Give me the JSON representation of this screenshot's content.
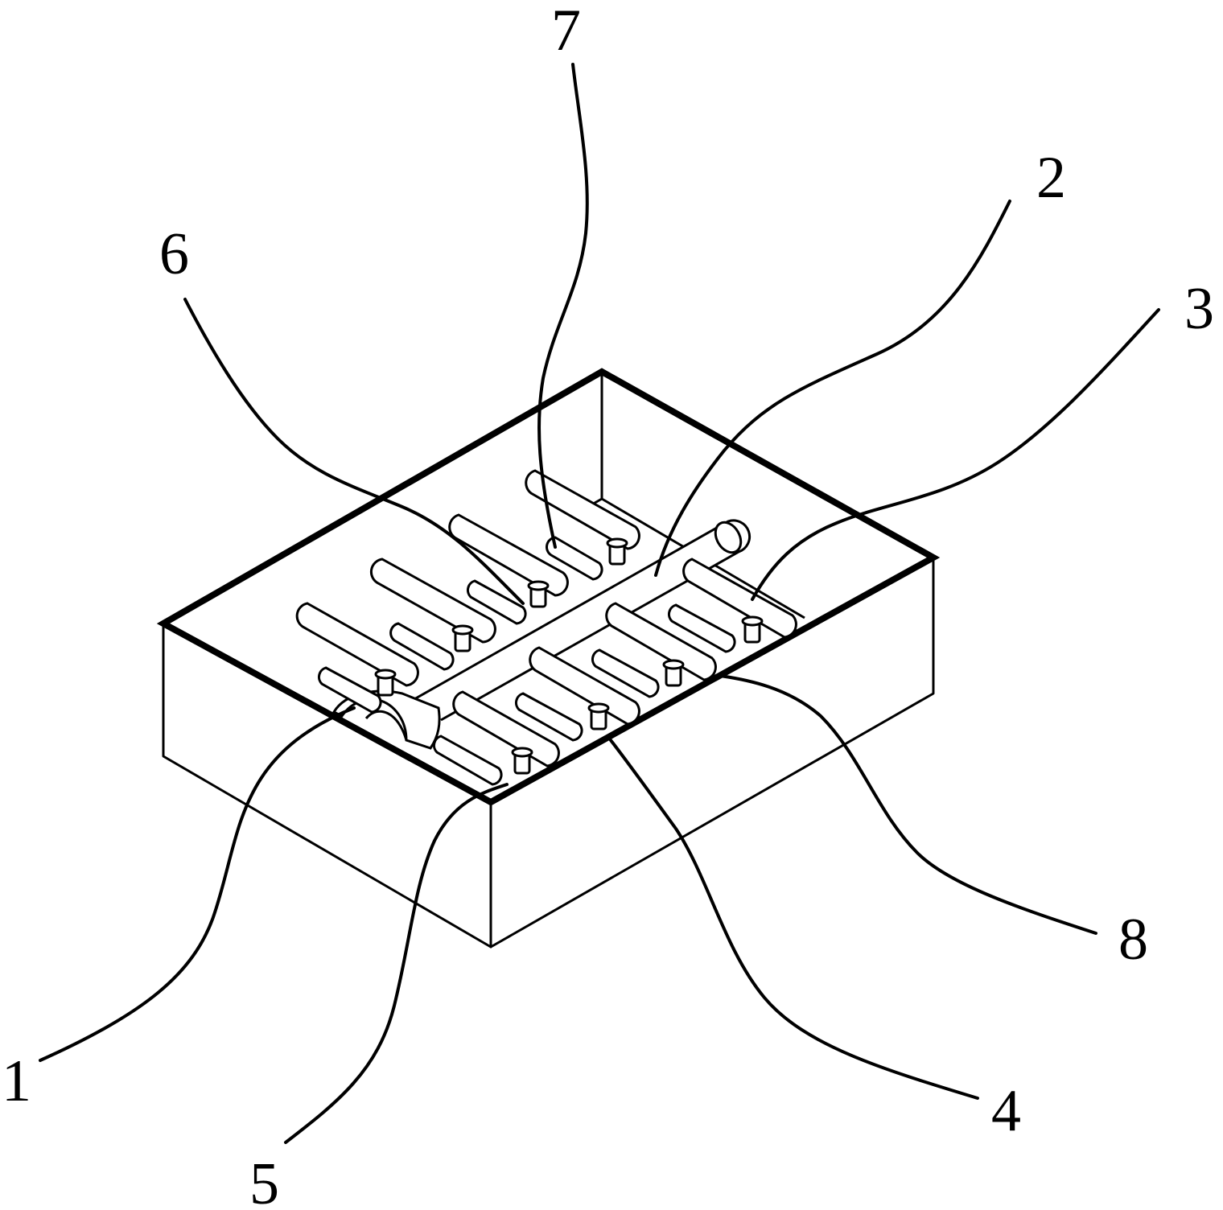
{
  "colors": {
    "background": "#ffffff",
    "line": "#000000"
  },
  "callouts": [
    {
      "id": "1",
      "label": "1"
    },
    {
      "id": "2",
      "label": "2"
    },
    {
      "id": "3",
      "label": "3"
    },
    {
      "id": "4",
      "label": "4"
    },
    {
      "id": "5",
      "label": "5"
    },
    {
      "id": "6",
      "label": "6"
    },
    {
      "id": "7",
      "label": "7"
    },
    {
      "id": "8",
      "label": "8"
    }
  ]
}
